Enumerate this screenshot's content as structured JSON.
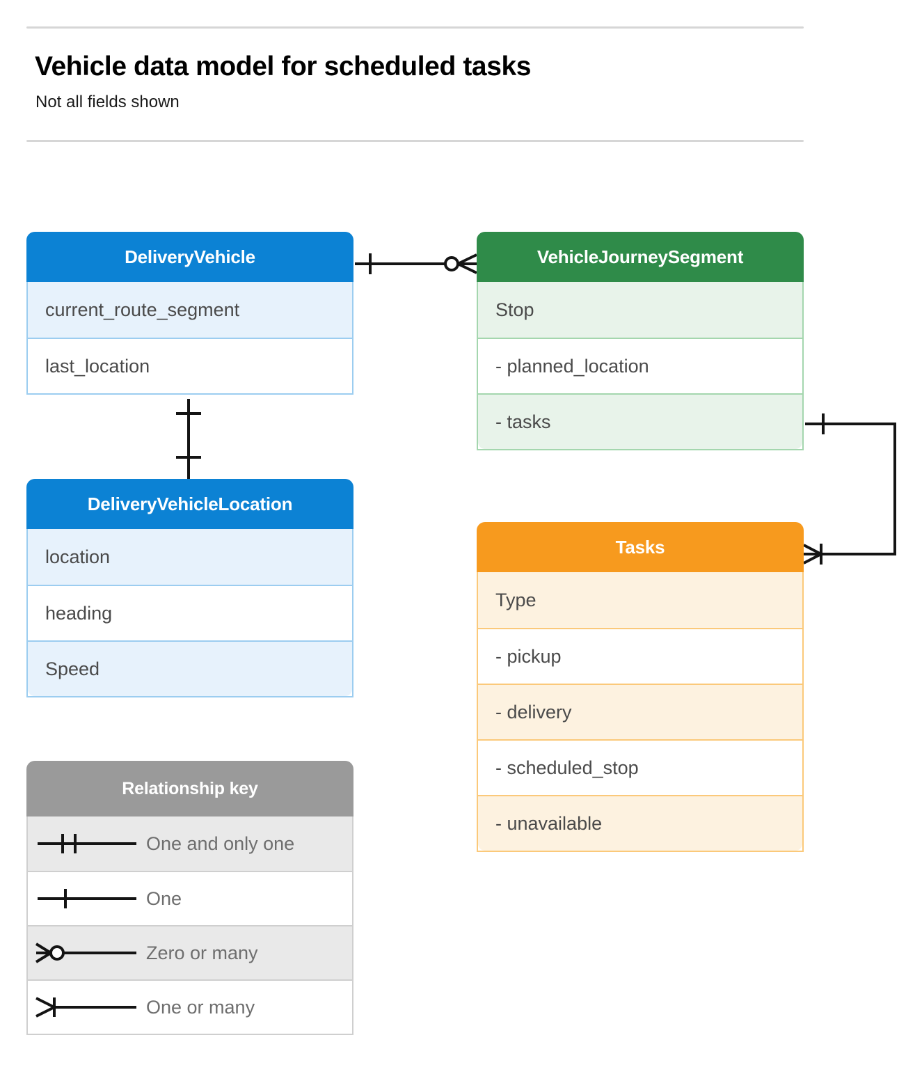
{
  "header": {
    "title": "Vehicle data model for scheduled tasks",
    "subtitle": "Not all fields shown"
  },
  "colors": {
    "blue": "#0c82d4",
    "green": "#2f8b49",
    "orange": "#f79a1e",
    "gray": "#9a9a9a",
    "blue_row": "#e7f2fc",
    "green_row": "#e8f3ea",
    "orange_row": "#fdf2e0",
    "gray_row": "#e9e9e9",
    "connector": "#141414"
  },
  "entities": [
    {
      "id": "delivery-vehicle",
      "title": "DeliveryVehicle",
      "rows": [
        "current_route_segment",
        "last_location"
      ]
    },
    {
      "id": "vehicle-journey-segment",
      "title": "VehicleJourneySegment",
      "rows": [
        "Stop",
        "-  planned_location",
        "- tasks"
      ]
    },
    {
      "id": "delivery-vehicle-location",
      "title": "DeliveryVehicleLocation",
      "rows": [
        "location",
        "heading",
        "Speed"
      ]
    },
    {
      "id": "tasks",
      "title": "Tasks",
      "rows": [
        "Type",
        "-  pickup",
        "-  delivery",
        "-  scheduled_stop",
        "-  unavailable"
      ]
    }
  ],
  "legend": {
    "title": "Relationship key",
    "items": [
      {
        "symbol": "one-and-only-one-icon",
        "label": "One and only one"
      },
      {
        "symbol": "one-icon",
        "label": "One"
      },
      {
        "symbol": "zero-or-many-icon",
        "label": "Zero or many"
      },
      {
        "symbol": "one-or-many-icon",
        "label": "One or many"
      }
    ]
  },
  "relationships": [
    {
      "id": "vehicle-to-journey-segment",
      "from": "DeliveryVehicle",
      "to": "VehicleJourneySegment",
      "from_cardinality": "One",
      "to_cardinality": "Zero or many"
    },
    {
      "id": "vehicle-to-vehicle-location",
      "from": "DeliveryVehicle",
      "to": "DeliveryVehicleLocation",
      "from_cardinality": "One",
      "to_cardinality": "One"
    },
    {
      "id": "journey-segment-tasks-to-tasks",
      "from": "VehicleJourneySegment.tasks",
      "to": "Tasks",
      "from_cardinality": "One",
      "to_cardinality": "One or many"
    }
  ]
}
